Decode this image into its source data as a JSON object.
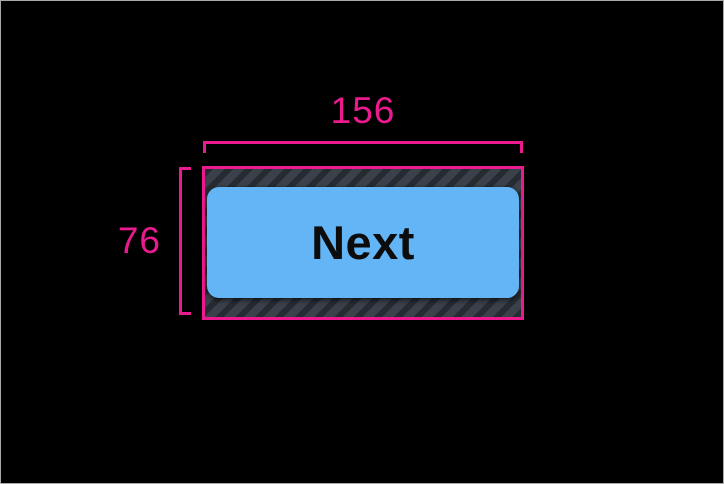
{
  "window": {
    "background_color": "#000000",
    "frame_border_color": "#a9a9a9"
  },
  "inspector": {
    "accent_color": "#ec1a8f",
    "width_value": "156",
    "height_value": "76",
    "padding_overlay": {
      "base_color": "#3a414a",
      "stripe_color": "#262b32"
    }
  },
  "button": {
    "label": "Next",
    "fill_color": "#64b5f6",
    "text_color": "#0c0c0c"
  }
}
